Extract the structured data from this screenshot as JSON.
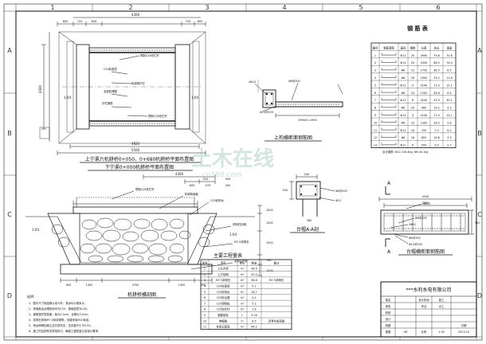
{
  "border": {
    "columns": [
      "1",
      "2",
      "3",
      "4",
      "5",
      "6"
    ],
    "rows": [
      "A",
      "B",
      "C",
      "D"
    ]
  },
  "plan": {
    "dims_top": [
      "4300",
      "800",
      "720",
      "630",
      "720",
      "800"
    ],
    "dims_left": [
      "4300"
    ],
    "dims_bottom": [
      "4920",
      "5500"
    ],
    "slope_left": "1:04",
    "slope_right": "1:04",
    "annotations": [
      "预制C25砼栏杆",
      "C20砼垫层",
      "机耕桥护栏",
      "支座处理图",
      "护栏钢筋",
      "预制C25砼栏杆",
      "C25砼桥台"
    ],
    "title_line1": "上宁渠六机耕桥0+050、0+680机耕桥平面布置图",
    "title_line2": "下宁渠0+000机耕桥平面布置图"
  },
  "section": {
    "dims_top": [
      "4300",
      "920",
      "600",
      "970",
      "500",
      "400"
    ],
    "dims_right": [
      "1000",
      "1000",
      "1000",
      "700",
      "1200"
    ],
    "dims_bottom": [
      "900",
      "1450",
      "3700",
      "1450",
      "900"
    ],
    "slope_left": "1:04",
    "slope_right": "1:04",
    "annotations": [
      "预制C25砼栏杆",
      "机耕桥面板",
      "C25砼桥台",
      "浆砌石挡墙",
      "M7.5浆砌石",
      "浆砌石护底"
    ],
    "title": "机耕桥横剖图"
  },
  "beam": {
    "annotations": [
      "4Φ12",
      "Φ6@200",
      "Φ12@200"
    ],
    "dims": [
      "3990/2=1995"
    ],
    "title": "上构横断面钢筋图"
  },
  "abutment_detail": {
    "dims": [
      "240",
      "240",
      "380"
    ],
    "annotations": [
      "Φ6@200",
      "Φ12"
    ],
    "title": "台帽A-A剖"
  },
  "abutment_rebar": {
    "section_marks": [
      "A",
      "A"
    ],
    "dims": [
      "4240",
      "3640",
      "500"
    ],
    "annotations": [
      "4Φ12",
      "Φ6@200",
      "2Φ12",
      "Φ6@200",
      "Φ12@200"
    ],
    "title": "台帽横断面钢筋图"
  },
  "rebar_table": {
    "title": "钢 筋 表",
    "headers": [
      "编号",
      "钢筋简图",
      "直径",
      "根数",
      "长度",
      "总长",
      "重量"
    ],
    "rows": [
      [
        "1",
        "",
        "Φ12",
        "20",
        "3990",
        "79.8",
        "70.8"
      ],
      [
        "2",
        "",
        "Φ12",
        "20",
        "4300",
        "86.0",
        "76.4"
      ],
      [
        "3",
        "",
        "Φ6",
        "22",
        "1750",
        "38.5",
        "8.5"
      ],
      [
        "4",
        "",
        "Φ6",
        "28",
        "1900",
        "53.2",
        "11.8"
      ],
      [
        "5",
        "",
        "Φ12",
        "4",
        "4240",
        "17.0",
        "15.1"
      ],
      [
        "6",
        "",
        "Φ6",
        "24",
        "1200",
        "28.8",
        "6.4"
      ],
      [
        "7",
        "",
        "Φ12",
        "8",
        "4240",
        "33.9",
        "30.1"
      ],
      [
        "8",
        "",
        "Φ6",
        "20",
        "960",
        "19.2",
        "4.3"
      ],
      [
        "9",
        "",
        "Φ12",
        "4",
        "4240",
        "17.0",
        "15.1"
      ],
      [
        "10",
        "",
        "Φ6",
        "20",
        "1300",
        "26.0",
        "5.8"
      ],
      [
        "11",
        "",
        "Φ12",
        "10",
        "700",
        "7.0",
        "6.2"
      ],
      [
        "12",
        "",
        "Φ6",
        "18",
        "820",
        "14.8",
        "3.3"
      ],
      [
        "13",
        "",
        "Φ12",
        "6",
        "500",
        "3.0",
        "2.7"
      ]
    ],
    "note": "合计钢筋: Φ12 216.4kg, Φ6 40.1kg"
  },
  "quantities": {
    "title": "主要工程量表",
    "headers": [
      "序号",
      "项目",
      "单位",
      "数量",
      "备注"
    ],
    "rows": [
      [
        "1",
        "土方开挖",
        "m³",
        "98.5",
        ""
      ],
      [
        "2",
        "土方回填",
        "m³",
        "45.2",
        ""
      ],
      [
        "3",
        "M7.5浆砌石",
        "m³",
        "58.6",
        "M7.5浆砌石"
      ],
      [
        "4",
        "C20砼垫层",
        "m³",
        "4.1",
        ""
      ],
      [
        "5",
        "C25砼桥台",
        "m³",
        "16.7",
        ""
      ],
      [
        "6",
        "C25砼台帽",
        "m³",
        "4.2",
        ""
      ],
      [
        "7",
        "C25预制板",
        "m³",
        "5.1",
        ""
      ],
      [
        "8",
        "C25砼栏杆",
        "m³",
        "1.8",
        ""
      ],
      [
        "9",
        "钢筋制安",
        "t",
        "0.26",
        ""
      ],
      [
        "10",
        "伸缩缝",
        "m",
        "8.5",
        "沥青杉板填缝"
      ],
      [
        "11",
        "砂砾石垫层",
        "m³",
        "46.2",
        ""
      ]
    ]
  },
  "notes": {
    "title": "说明:",
    "items": [
      "1、图中尺寸除高程以米计外，其余均以毫米计。",
      "2、桥面板及台帽砼标号为C25，基础垫层为C20。",
      "3、钢筋保护层厚度：板为2.5cm，台帽为3.5cm。",
      "4、浆砌石采用M7.5砂浆砌筑，勾缝采用M10砂浆。",
      "5、桥台两侧回填土应分层夯实，压实度不小于0.93。",
      "6、施工时应按有关规范执行，确保工程质量达到设计要求。"
    ]
  },
  "title_block": {
    "company": "***水利水电有限公司",
    "labels": [
      "核定",
      "审查",
      "校核",
      "设计",
      "制图",
      "描图"
    ],
    "fields": [
      "设计阶段",
      "施工详图",
      "专业",
      "水工",
      "图号",
      "比例",
      "日期"
    ],
    "values": [
      "施工",
      "水工",
      "GB",
      "1:50",
      "2013.10"
    ]
  },
  "watermark": {
    "main": "土木在线",
    "sub": "co188.com"
  }
}
